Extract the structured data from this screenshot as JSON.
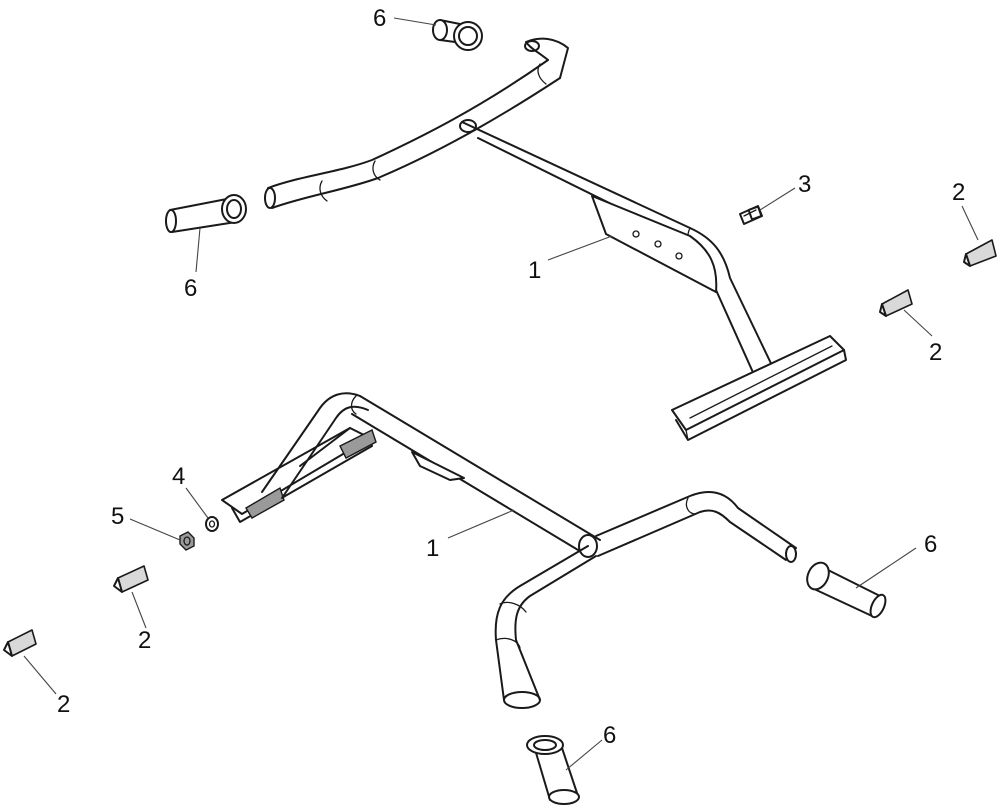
{
  "callouts": [
    {
      "id": "c-6-top",
      "text": "6"
    },
    {
      "id": "c-6-left",
      "text": "6"
    },
    {
      "id": "c-3",
      "text": "3"
    },
    {
      "id": "c-2-right-top",
      "text": "2"
    },
    {
      "id": "c-1-upper",
      "text": "1"
    },
    {
      "id": "c-2-right-mid",
      "text": "2"
    },
    {
      "id": "c-4",
      "text": "4"
    },
    {
      "id": "c-5",
      "text": "5"
    },
    {
      "id": "c-1-lower",
      "text": "1"
    },
    {
      "id": "c-6-right",
      "text": "6"
    },
    {
      "id": "c-2-left-mid",
      "text": "2"
    },
    {
      "id": "c-2-left-bottom",
      "text": "2"
    },
    {
      "id": "c-6-bottom",
      "text": "6"
    }
  ]
}
